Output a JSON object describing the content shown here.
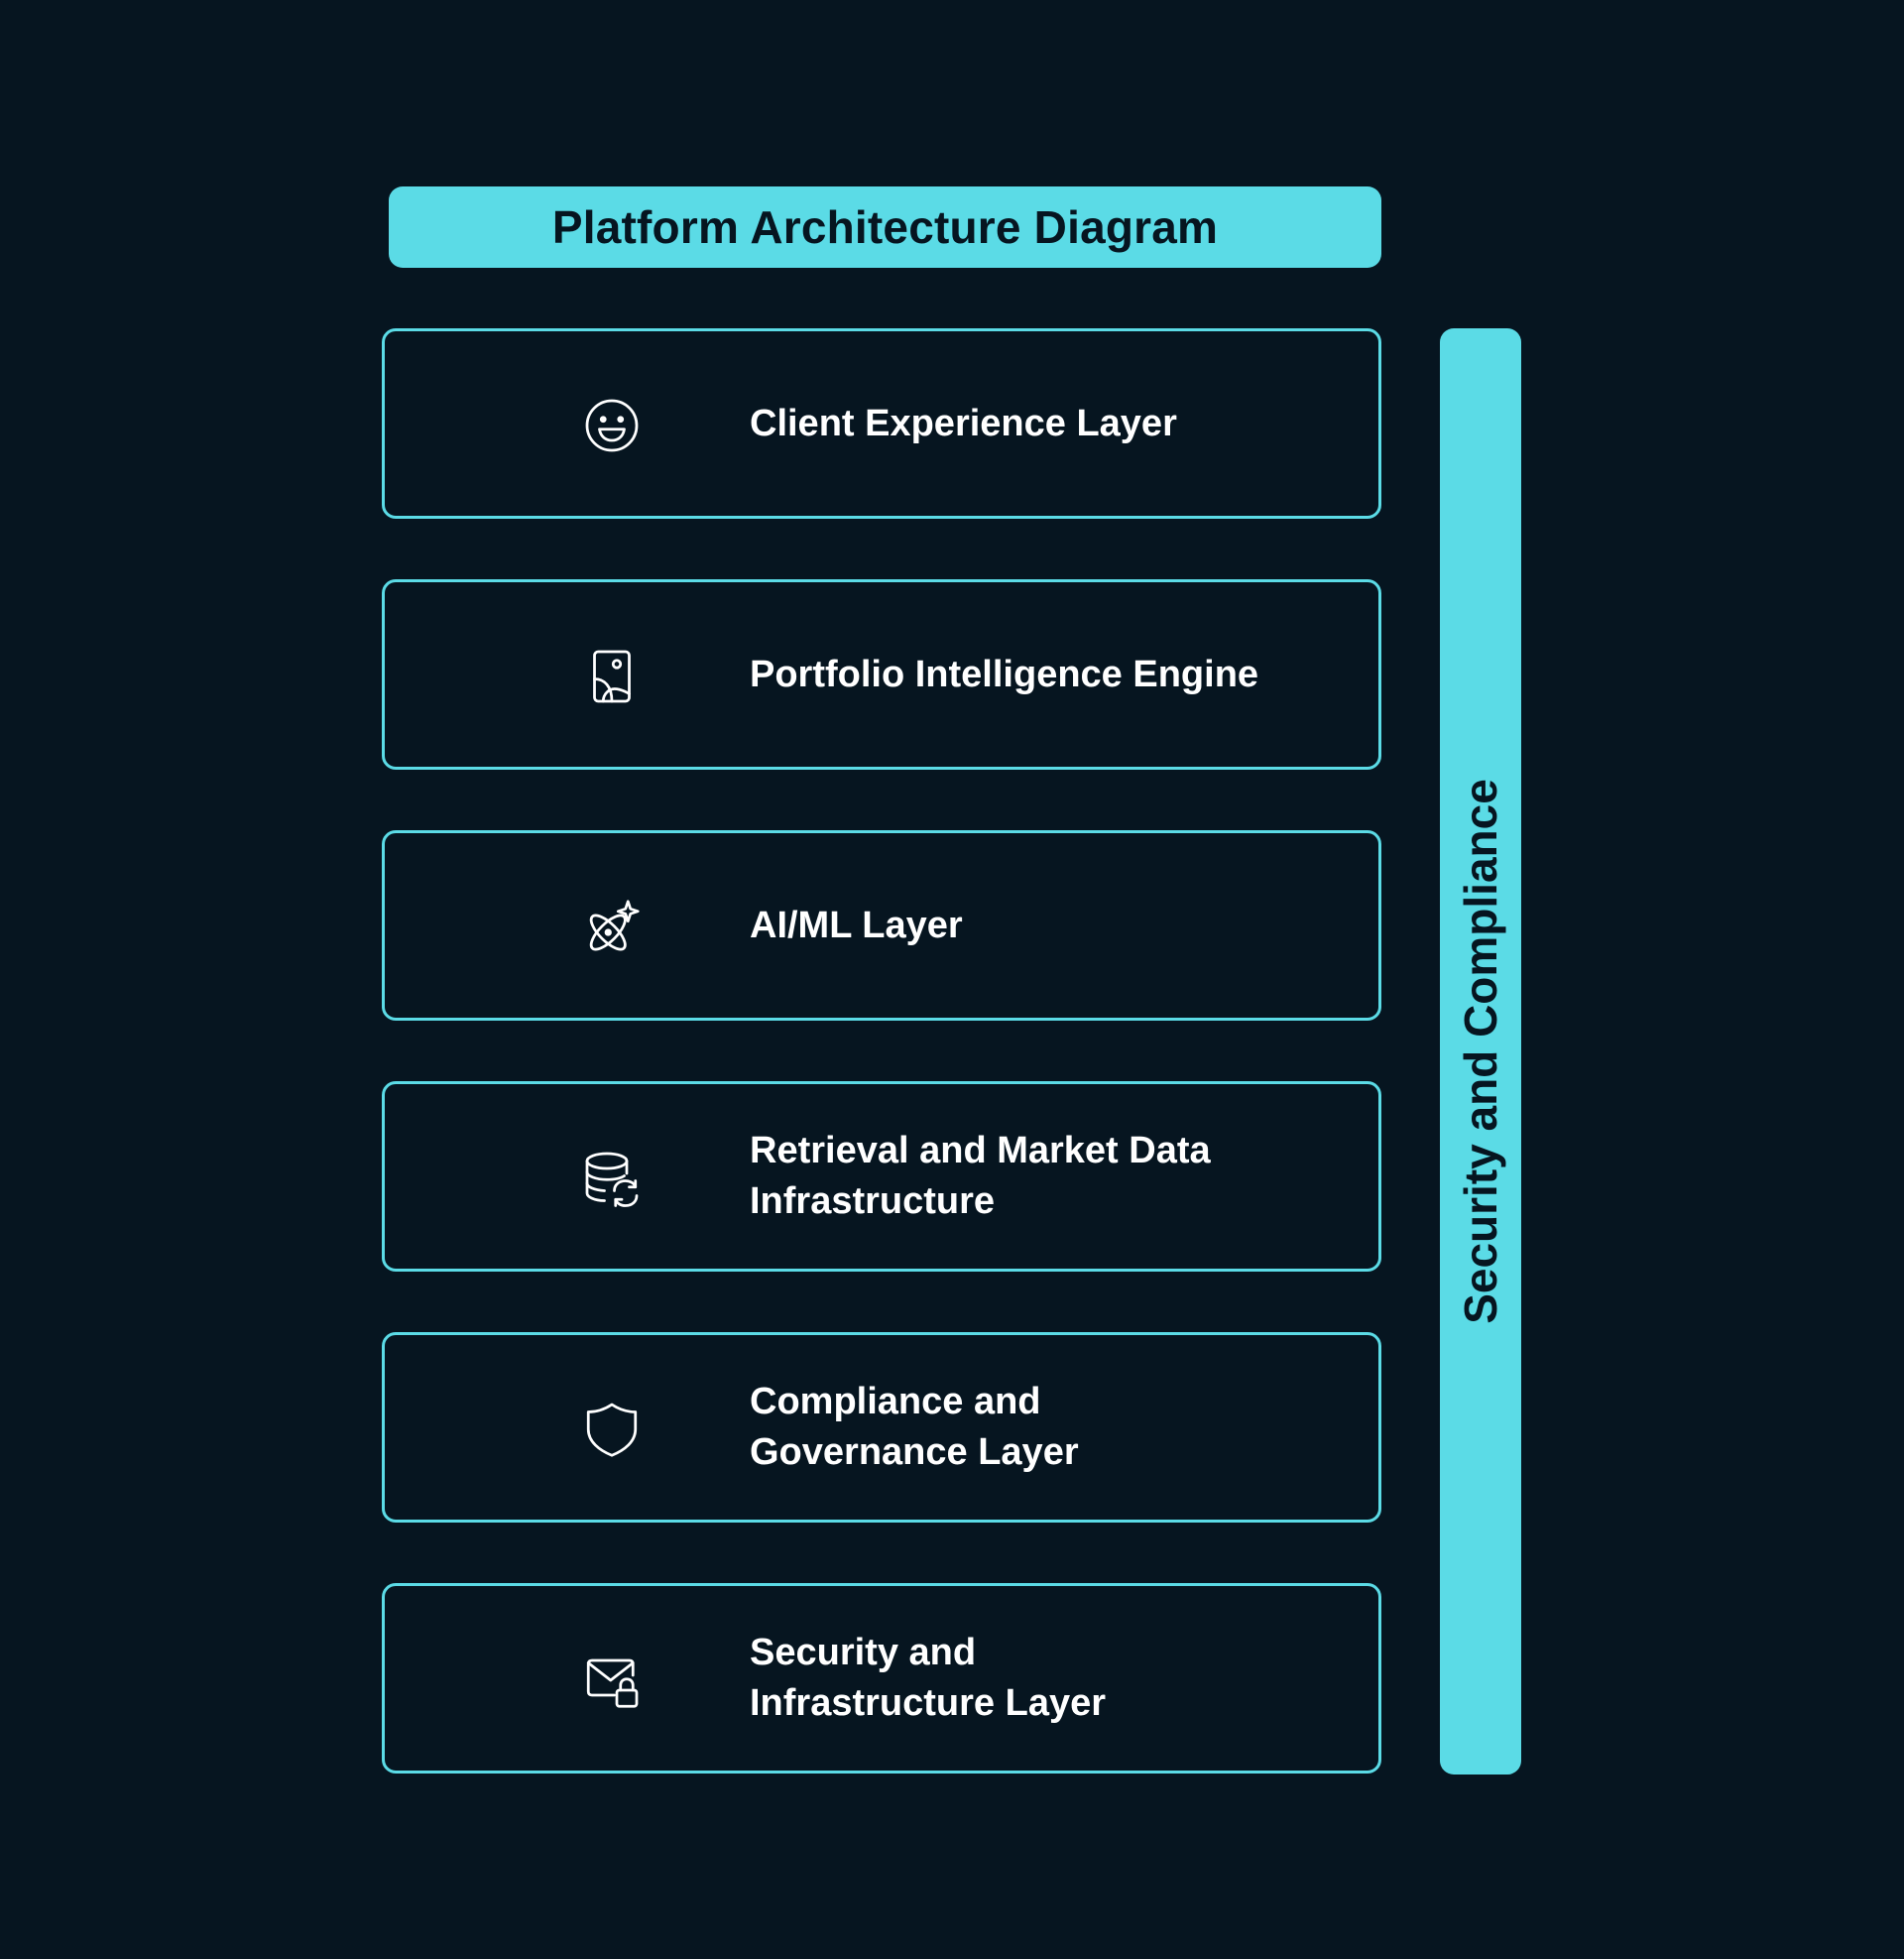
{
  "title": "Platform Architecture Diagram",
  "side_label": "Security and Compliance",
  "colors": {
    "background": "#061520",
    "accent": "#5bdbe6",
    "text": "#ffffff"
  },
  "layers": [
    {
      "label": "Client Experience Layer",
      "icon": "smiley-face-icon"
    },
    {
      "label": "Portfolio Intelligence Engine",
      "icon": "portfolio-image-icon"
    },
    {
      "label": "AI/ML Layer",
      "icon": "ai-sparkle-orbit-icon"
    },
    {
      "label": "Retrieval and Market Data\nInfrastructure",
      "icon": "database-sync-icon"
    },
    {
      "label": " Compliance and\nGovernance Layer",
      "icon": "shield-icon"
    },
    {
      "label": "Security and\nInfrastructure Layer",
      "icon": "mail-lock-icon"
    }
  ]
}
